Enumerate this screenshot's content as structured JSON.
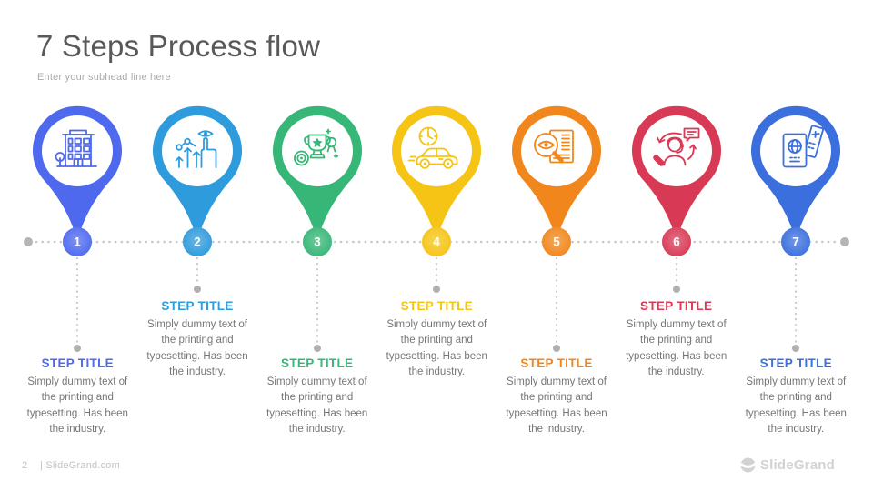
{
  "header": {
    "title": "7 Steps Process flow",
    "subtitle": "Enter your subhead line here"
  },
  "footer": {
    "page_number": "2",
    "site_label": "| SlideGrand.com",
    "brand": "SlideGrand"
  },
  "timeline": {
    "dot_color": "#c9c9c9",
    "end_dot_color": "#b5b5b5",
    "connector_dot_color": "#b0b0b0"
  },
  "steps": [
    {
      "number": "1",
      "title": "STEP TITLE",
      "description": "Simply dummy text of the printing and typesetting. Has been the industry.",
      "color": "#4e69ee",
      "icon": "building-icon",
      "text_position": "low"
    },
    {
      "number": "2",
      "title": "STEP TITLE",
      "description": "Simply dummy text of the printing and typesetting. Has been the industry.",
      "color": "#2e9bdc",
      "icon": "growth-analysis-icon",
      "text_position": "high"
    },
    {
      "number": "3",
      "title": "STEP TITLE",
      "description": "Simply dummy text of the printing and typesetting. Has been the industry.",
      "color": "#36b677",
      "icon": "trophy-award-icon",
      "text_position": "low"
    },
    {
      "number": "4",
      "title": "STEP TITLE",
      "description": "Simply dummy text of the printing and typesetting. Has been the industry.",
      "color": "#f5c414",
      "icon": "car-time-icon",
      "text_position": "high"
    },
    {
      "number": "5",
      "title": "STEP TITLE",
      "description": "Simply dummy text of the printing and typesetting. Has been the industry.",
      "color": "#f0861c",
      "icon": "document-review-icon",
      "text_position": "low"
    },
    {
      "number": "6",
      "title": "STEP TITLE",
      "description": "Simply dummy text of the printing and typesetting. Has been the industry.",
      "color": "#d83a55",
      "icon": "customer-support-icon",
      "text_position": "high"
    },
    {
      "number": "7",
      "title": "STEP TITLE",
      "description": "Simply dummy text of the printing and typesetting. Has been the industry.",
      "color": "#3b6fde",
      "icon": "passport-ticket-icon",
      "text_position": "low"
    }
  ]
}
